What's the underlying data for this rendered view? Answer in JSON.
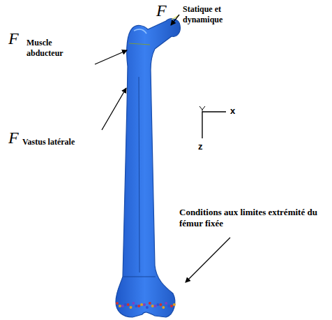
{
  "diagram": {
    "labels": [
      "F",
      "Muscle abducteur",
      "F",
      "Statique et dynamique",
      "F",
      "Vastus latérale",
      "Conditions aux limites extrémité du fémur fixée",
      "x",
      "z"
    ]
  }
}
